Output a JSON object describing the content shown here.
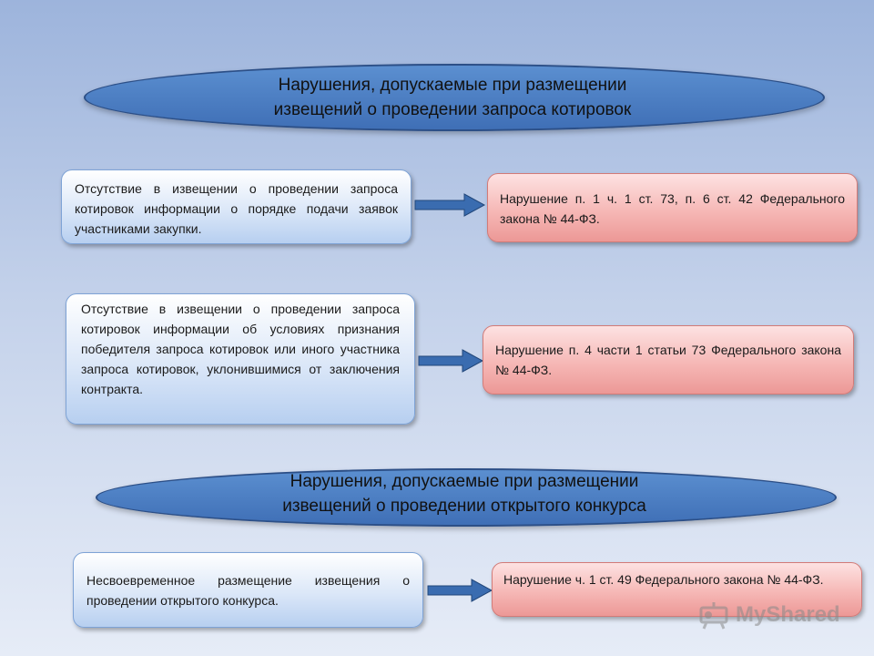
{
  "sections": [
    {
      "heading": "Нарушения, допускаемые при размещении\nизвещений о проведении запроса котировок"
    },
    {
      "heading": "Нарушения, допускаемые при размещении\nизвещений о проведении открытого конкурса"
    }
  ],
  "rows": [
    {
      "left": "Отсутствие в извещении о проведении запроса котировок информации о порядке подачи заявок участниками закупки.",
      "right": "Нарушение п. 1 ч. 1 ст. 73, п. 6 ст. 42 Федерального закона № 44-ФЗ."
    },
    {
      "left": "Отсутствие в извещении о проведении запроса котировок информации об условиях признания победителя запроса котировок или иного участника запроса котировок, уклонившимися от заключения контракта.",
      "right": "Нарушение п. 4 части 1 статьи 73 Федерального закона № 44-ФЗ."
    },
    {
      "left": "Несвоевременное размещение извещения о проведении открытого конкурса.",
      "right": "Нарушение ч. 1 ст. 49 Федерального закона № 44-ФЗ."
    }
  ],
  "watermark": {
    "text": "MyShared",
    "icon": "projector-icon"
  },
  "colors": {
    "ellipse": "#4a7dc3",
    "blue_box": "#c9dbf3",
    "red_box": "#f4b0ae",
    "arrow": "#3a6cb0"
  }
}
